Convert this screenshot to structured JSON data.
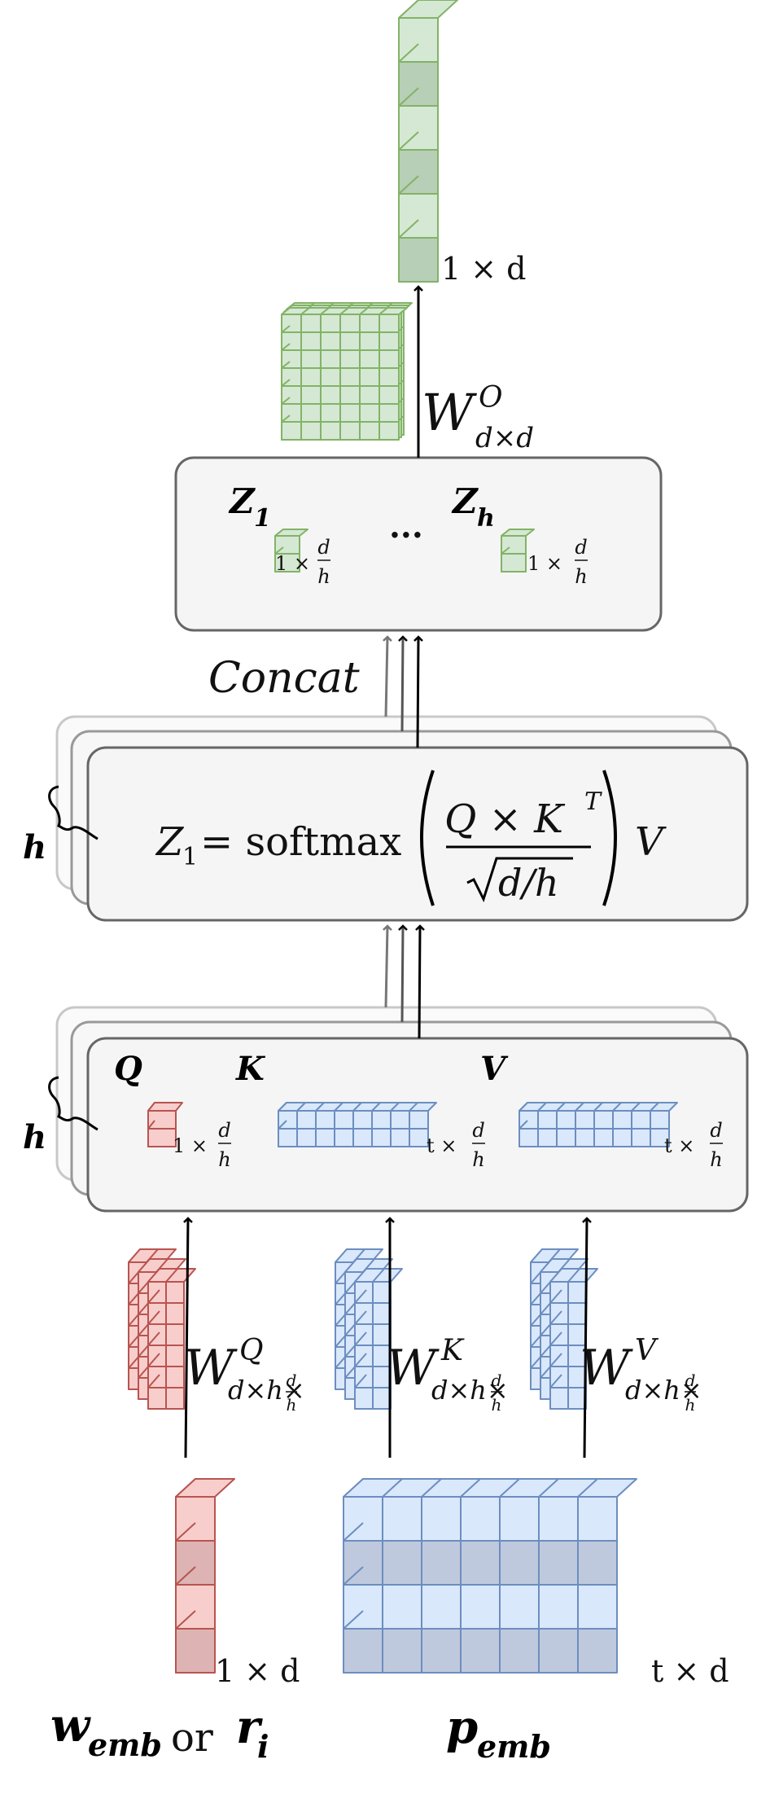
{
  "labels": {
    "out_dim": "1 × d",
    "wo": {
      "base": "W",
      "sup": "O",
      "sub": "d×d"
    },
    "z1": {
      "base": "Z",
      "sub": "1"
    },
    "zh": {
      "base": "Z",
      "sub": "h"
    },
    "z_dim": "1 × ",
    "ellipsis": "...",
    "frac_num": "d",
    "frac_den": "h",
    "concat": "Concat",
    "h": "h",
    "formula": {
      "lhs": "Z",
      "lhs_sub": "1",
      "eq": " = softmax",
      "num": "Q × K",
      "num_sup": "T",
      "den": "d/h",
      "v": "V"
    },
    "q": "Q",
    "k": "K",
    "v": "V",
    "q_dim": "1 × ",
    "kv_dim": "t × ",
    "wq": {
      "base": "W",
      "sup": "Q",
      "sub": "d×h×"
    },
    "wk": {
      "base": "W",
      "sup": "K",
      "sub": "d×h×"
    },
    "wv": {
      "base": "W",
      "sup": "V",
      "sub": "d×h×"
    },
    "in_dim": "1 × d",
    "pemb_dim": "t × d",
    "w_emb": {
      "base": "w",
      "sub": "emb"
    },
    "or": "or",
    "r_i": {
      "base": "r",
      "sub": "i"
    },
    "p_emb": {
      "base": "p",
      "sub": "emb"
    }
  },
  "colors": {
    "green_fill": "#d5e8d4",
    "green_dark": "#b7cfb6",
    "green_stroke": "#82b366",
    "red_fill": "#f8cecc",
    "red_dark": "#ddb4b3",
    "red_stroke": "#b85450",
    "blue_fill": "#dae8fc",
    "blue_dark": "#bfc9dd",
    "blue_stroke": "#6c8ebf",
    "box_fill": "#f5f5f5",
    "box_stroke": "#666666"
  }
}
